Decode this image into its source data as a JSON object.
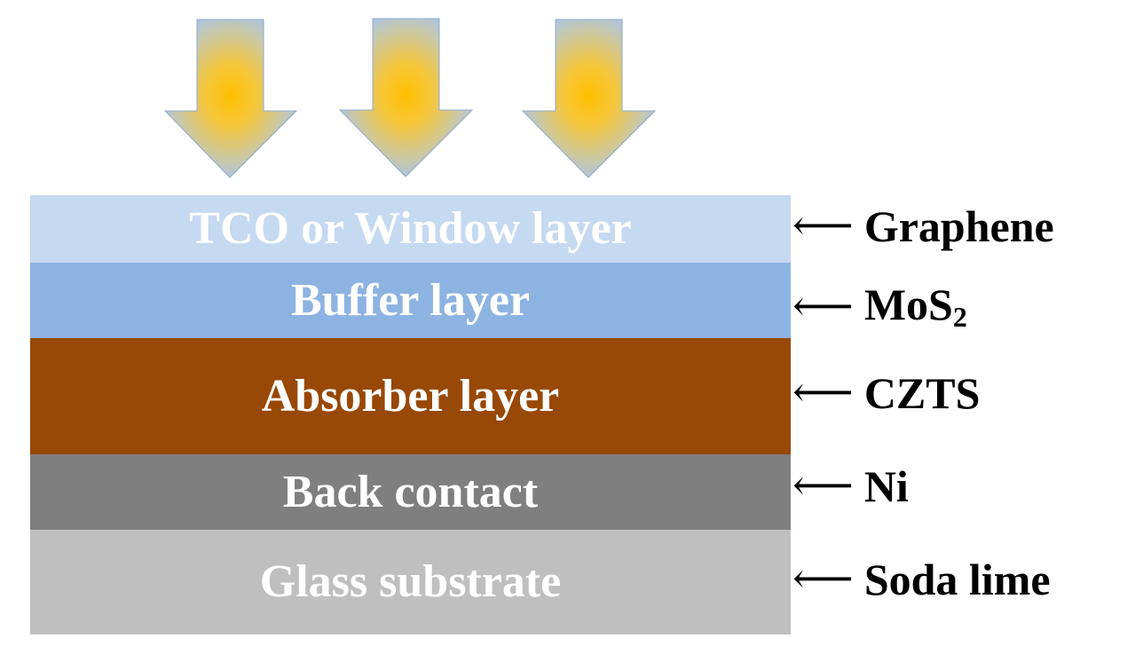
{
  "layers": [
    {
      "label": "TCO or Window layer",
      "color": "#c5d9f1"
    },
    {
      "label": "Buffer layer",
      "color": "#8db3e2"
    },
    {
      "label": "Absorber layer",
      "color": "#984807"
    },
    {
      "label": "Back contact",
      "color": "#7f7f7f"
    },
    {
      "label": "Glass substrate",
      "color": "#bfbfbf"
    }
  ],
  "materials": {
    "arrow_glyph": "⟵",
    "graphene": "Graphene",
    "mos2_main": "MoS",
    "mos2_sub": "2",
    "czts": "CZTS",
    "ni": "Ni",
    "soda_lime": "Soda lime"
  },
  "light_arrows": {
    "count": 3,
    "center_color": "#ffc000",
    "edge_color": "#a9c4e8"
  }
}
